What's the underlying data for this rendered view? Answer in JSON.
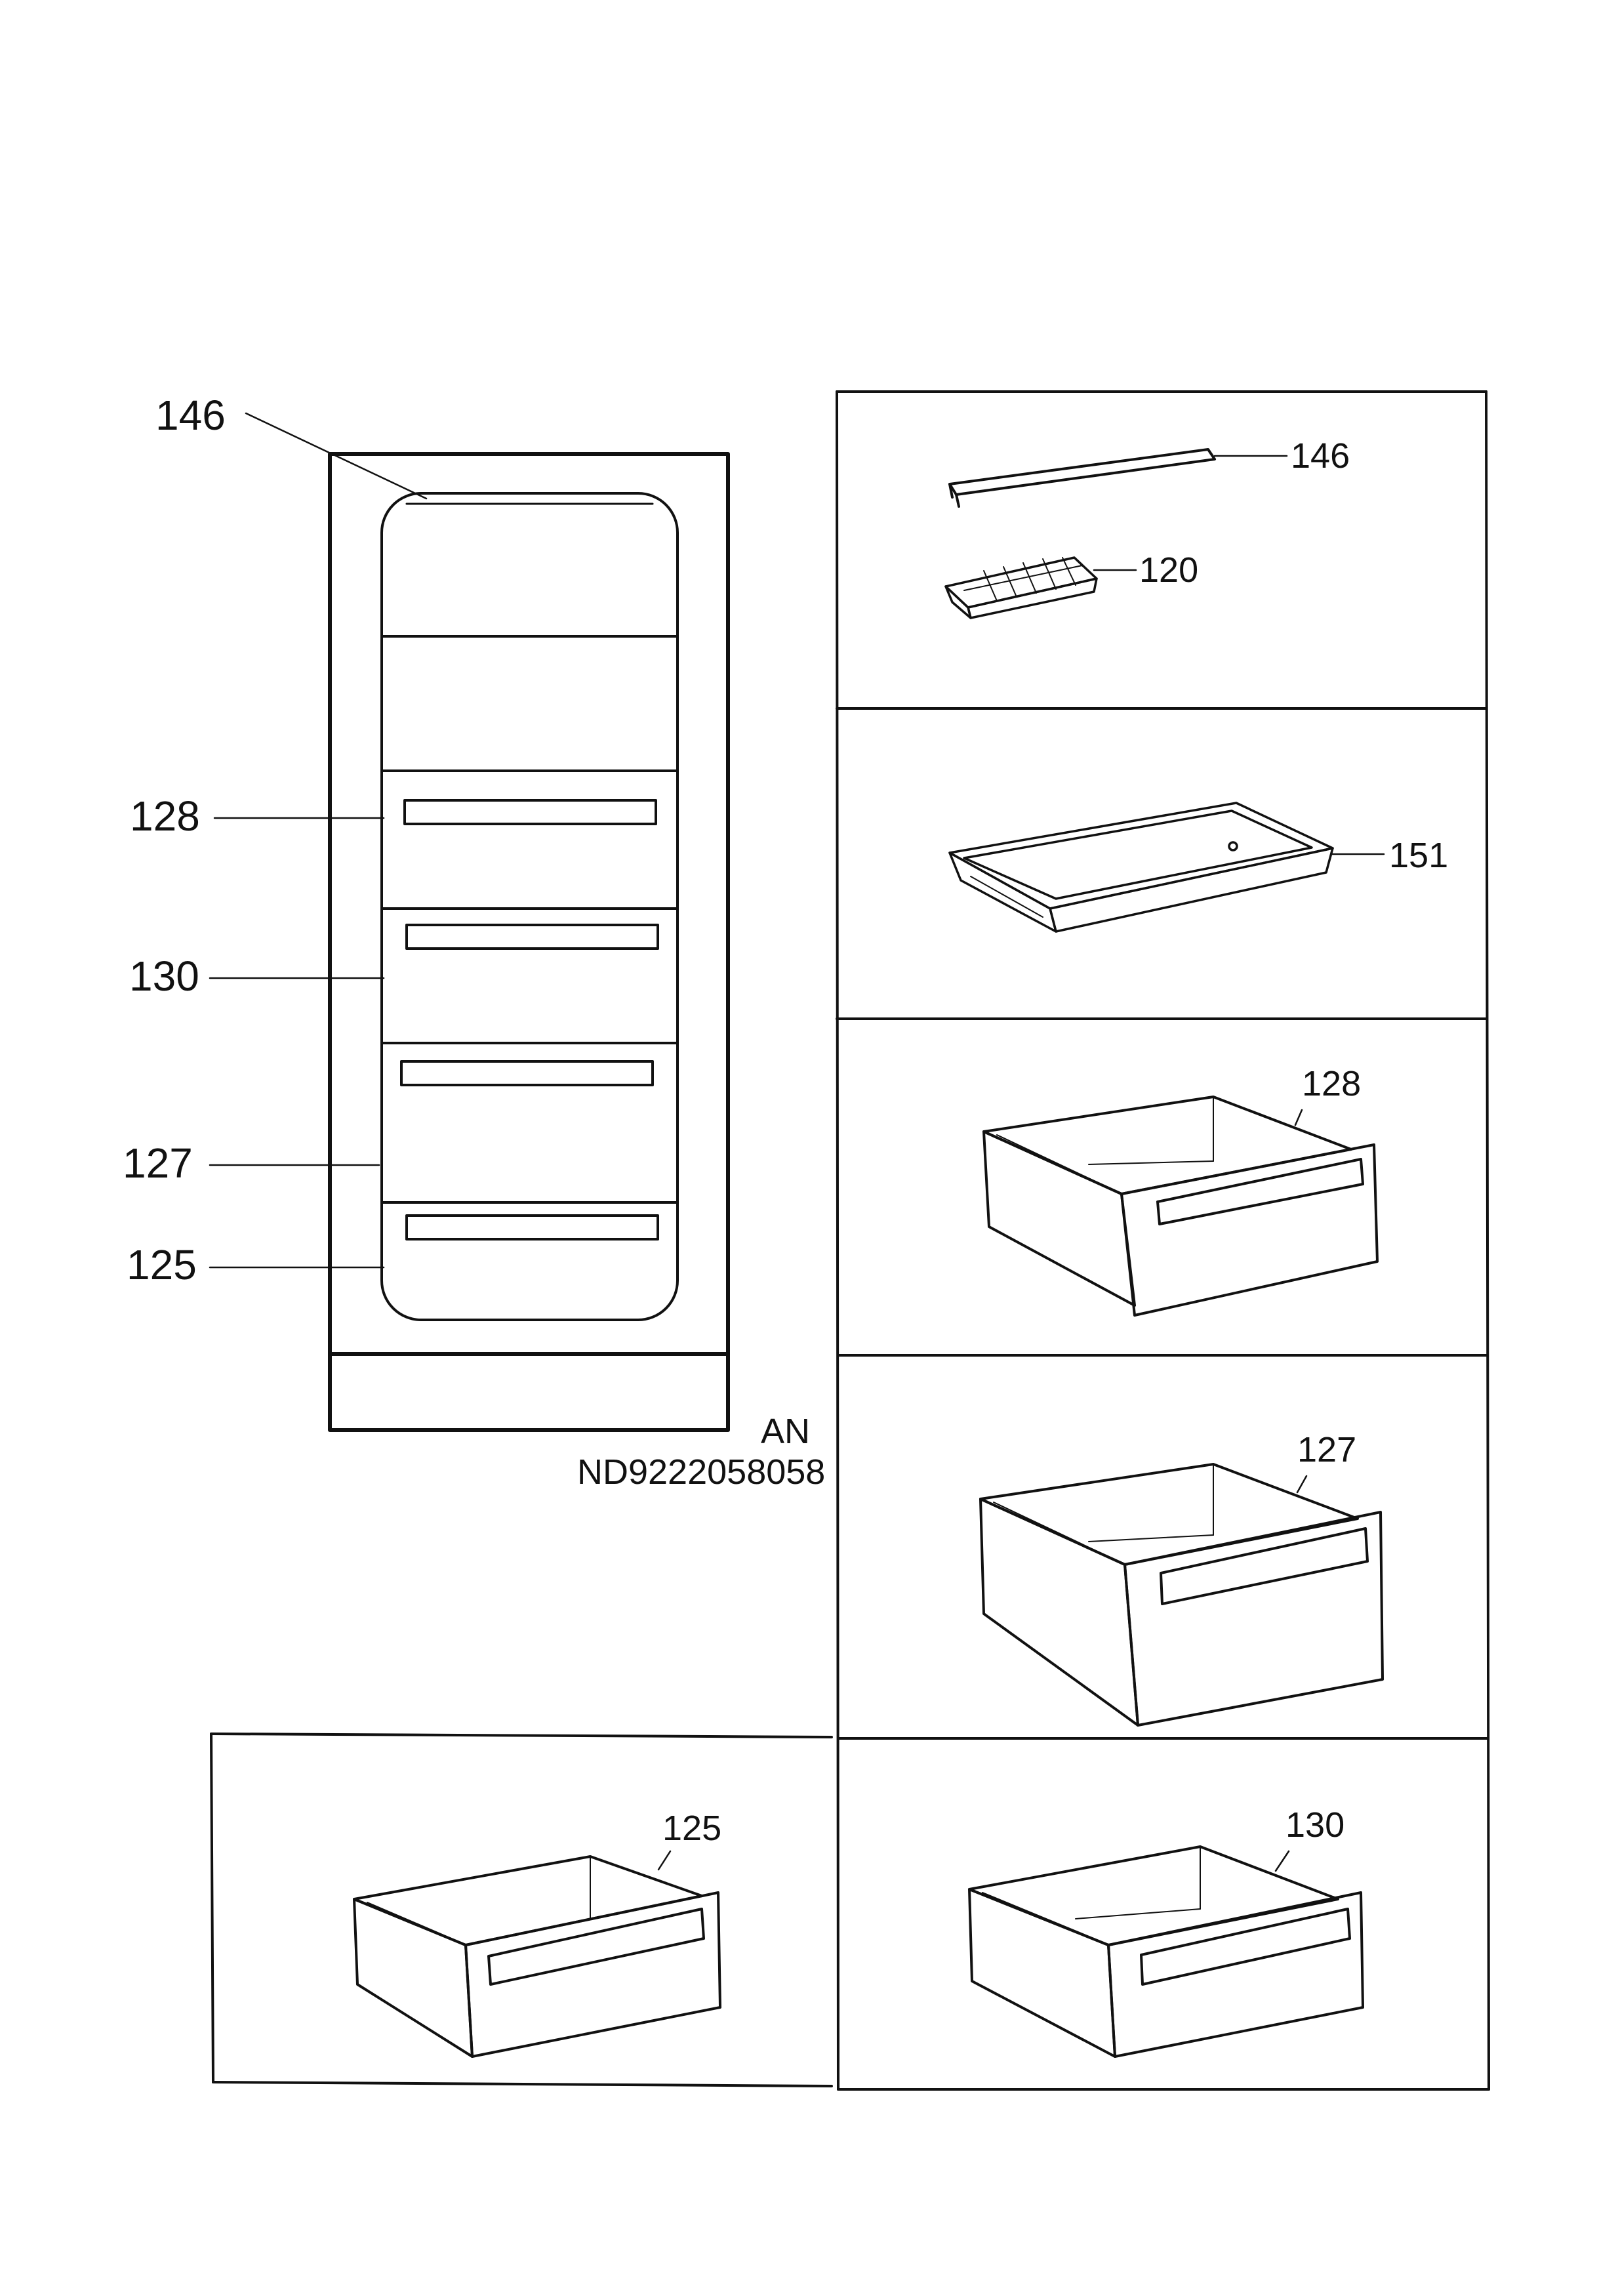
{
  "overview_labels": {
    "top": "146",
    "drawer_1": "128",
    "drawer_2": "130",
    "drawer_3": "127",
    "drawer_4": "125"
  },
  "diagram_code": {
    "line1": "AN",
    "line2": "ND9222058058"
  },
  "part_labels": {
    "strip": "146",
    "ice_tray": "120",
    "tray": "151",
    "drawer_a": "128",
    "drawer_b": "127",
    "drawer_c": "125",
    "drawer_d": "130"
  }
}
